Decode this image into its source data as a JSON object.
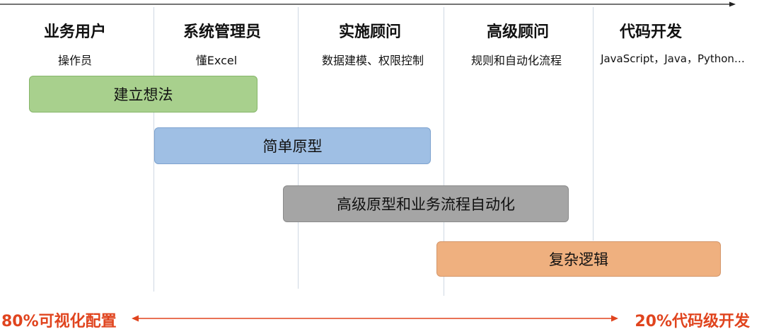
{
  "roles": [
    {
      "title": "业务用户",
      "desc": "操作员"
    },
    {
      "title": "系统管理员",
      "desc": "懂Excel"
    },
    {
      "title": "实施顾问",
      "desc": "数据建模、权限控制"
    },
    {
      "title": "高级顾问",
      "desc": "规则和自动化流程"
    },
    {
      "title": "代码开发",
      "desc": "JavaScript，Java，Python…"
    }
  ],
  "bands": [
    {
      "label": "建立想法",
      "color": "#a8d08d"
    },
    {
      "label": "简单原型",
      "color": "#9fbfe4"
    },
    {
      "label": "高级原型和业务流程自动化",
      "color": "#a5a5a5"
    },
    {
      "label": "复杂逻辑",
      "color": "#efb07f"
    }
  ],
  "scale": {
    "left_label": "80%可视化配置",
    "right_label": "20%代码级开发",
    "accent_color": "#e0441e"
  }
}
